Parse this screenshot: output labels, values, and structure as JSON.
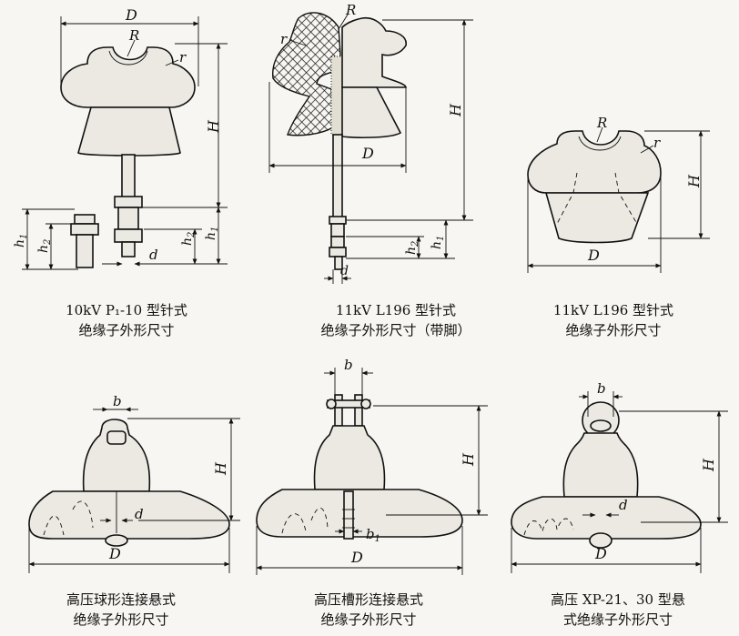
{
  "panels": [
    {
      "id": "p1",
      "caption_line1": "10kV P₁-10 型针式",
      "caption_line2": "绝缘子外形尺寸",
      "labels": {
        "D": "D",
        "R": "R",
        "r": "r",
        "H": "H",
        "h1_left": "h",
        "h1_left_sub": "1",
        "h2_left": "h",
        "h2_left_sub": "2",
        "h2": "h",
        "h2_sub": "2",
        "h1": "h",
        "h1_sub": "1",
        "d": "d"
      }
    },
    {
      "id": "p2",
      "caption_line1": "11kV L196 型针式",
      "caption_line2": "绝缘子外形尺寸（带脚）",
      "labels": {
        "R": "R",
        "r": "r",
        "H": "H",
        "D": "D",
        "h2": "h",
        "h2_sub": "2",
        "h1": "h",
        "h1_sub": "1",
        "d": "d"
      }
    },
    {
      "id": "p3",
      "caption_line1": "11kV L196 型针式",
      "caption_line2": "绝缘子外形尺寸",
      "labels": {
        "R": "R",
        "r": "r",
        "H": "H",
        "D": "D"
      }
    },
    {
      "id": "p4",
      "caption_line1": "高压球形连接悬式",
      "caption_line2": "绝缘子外形尺寸",
      "labels": {
        "b": "b",
        "H": "H",
        "d": "d",
        "D": "D"
      }
    },
    {
      "id": "p5",
      "caption_line1": "高压槽形连接悬式",
      "caption_line2": "绝缘子外形尺寸",
      "labels": {
        "b": "b",
        "H": "H",
        "b1": "b",
        "b1_sub": "1",
        "D": "D"
      }
    },
    {
      "id": "p6",
      "caption_line1": "高压 XP-21、30 型悬",
      "caption_line2": "式绝缘子外形尺寸",
      "labels": {
        "b": "b",
        "H": "H",
        "d": "d",
        "D": "D"
      }
    }
  ]
}
